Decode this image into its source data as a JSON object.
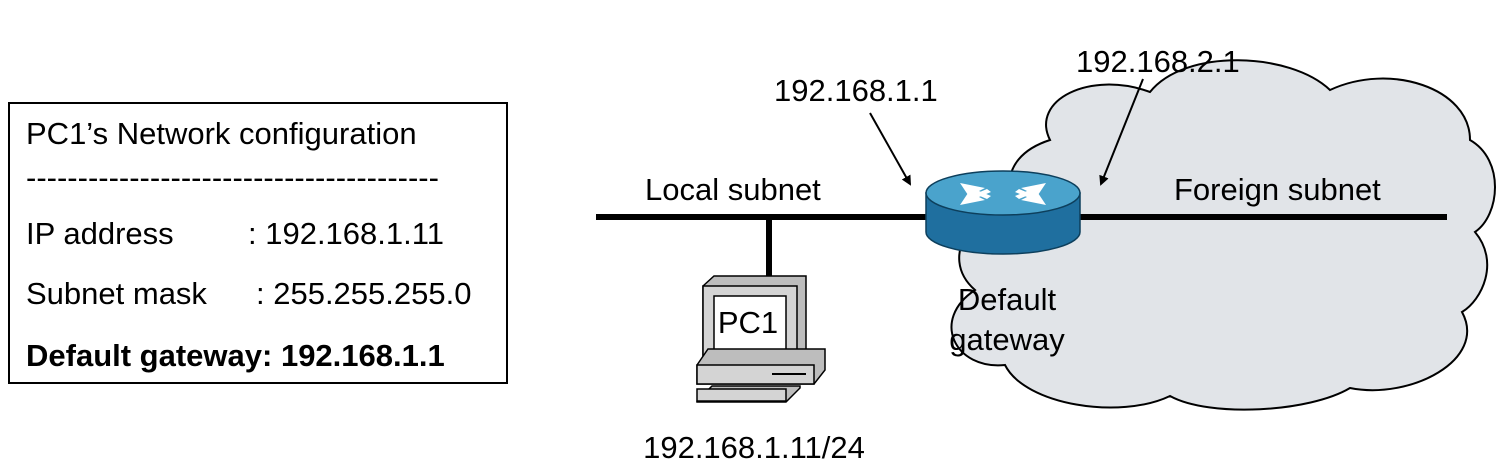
{
  "config": {
    "title": "PC1’s Network configuration",
    "divider": "----------------------------------------",
    "ip_label": "IP address",
    "ip_value": ": 192.168.1.11",
    "mask_label": "Subnet mask",
    "mask_value": ": 255.255.255.0",
    "gateway_line": "Default gateway: 192.168.1.1"
  },
  "diagram": {
    "router_local_ip": "192.168.1.1",
    "router_foreign_ip": "192.168.2.1",
    "local_subnet_label": "Local subnet",
    "foreign_subnet_label": "Foreign subnet",
    "gateway_label_line1": "Default",
    "gateway_label_line2": "gateway",
    "pc_label": "PC1",
    "pc_ip": "192.168.1.11/24",
    "colors": {
      "cloud_fill": "#e1e4e8",
      "router_top": "#4aa3cc",
      "router_side": "#1f6f9f",
      "pc_body": "#d4d4d4"
    }
  }
}
